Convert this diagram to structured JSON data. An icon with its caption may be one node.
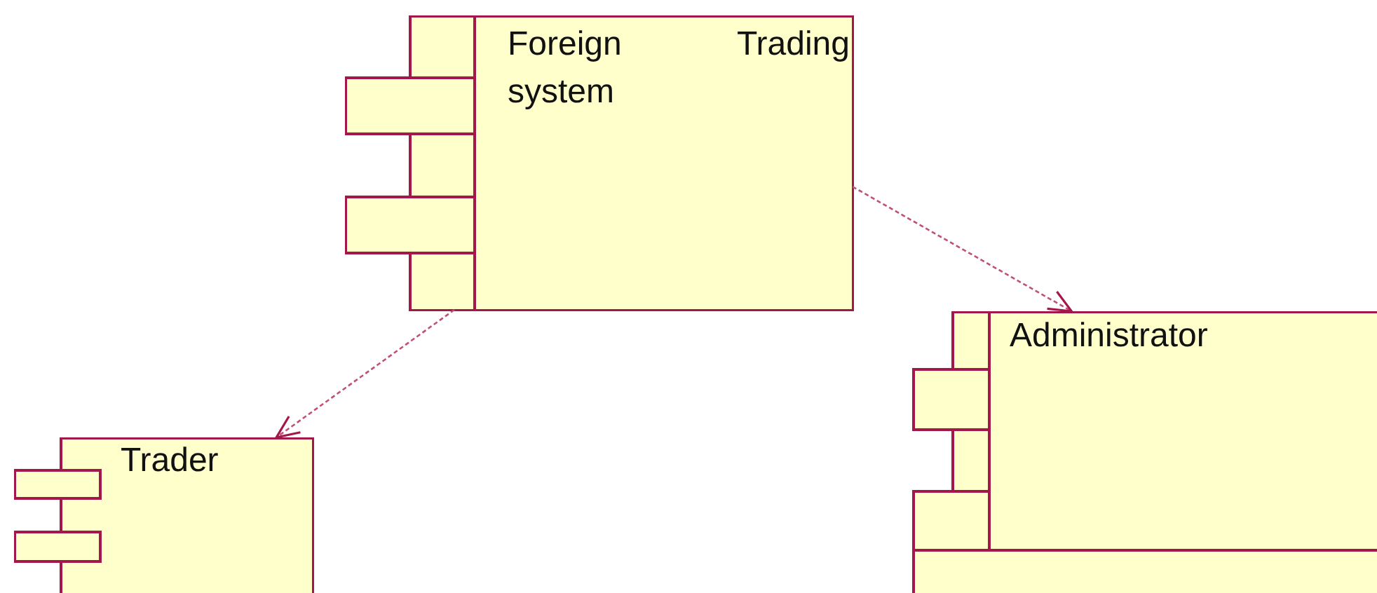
{
  "diagram": {
    "nodes": [
      {
        "text": [
          "Foreign Trading system"
        ]
      },
      {
        "text": [
          "Trader"
        ]
      },
      {
        "text": [
          "Administrator"
        ]
      }
    ],
    "edges": [
      {
        "from": 0,
        "to": 1,
        "arrow": "to",
        "style": "dashed"
      },
      {
        "from": 0,
        "to": 2,
        "arrow": "to",
        "style": "dashed"
      }
    ]
  }
}
